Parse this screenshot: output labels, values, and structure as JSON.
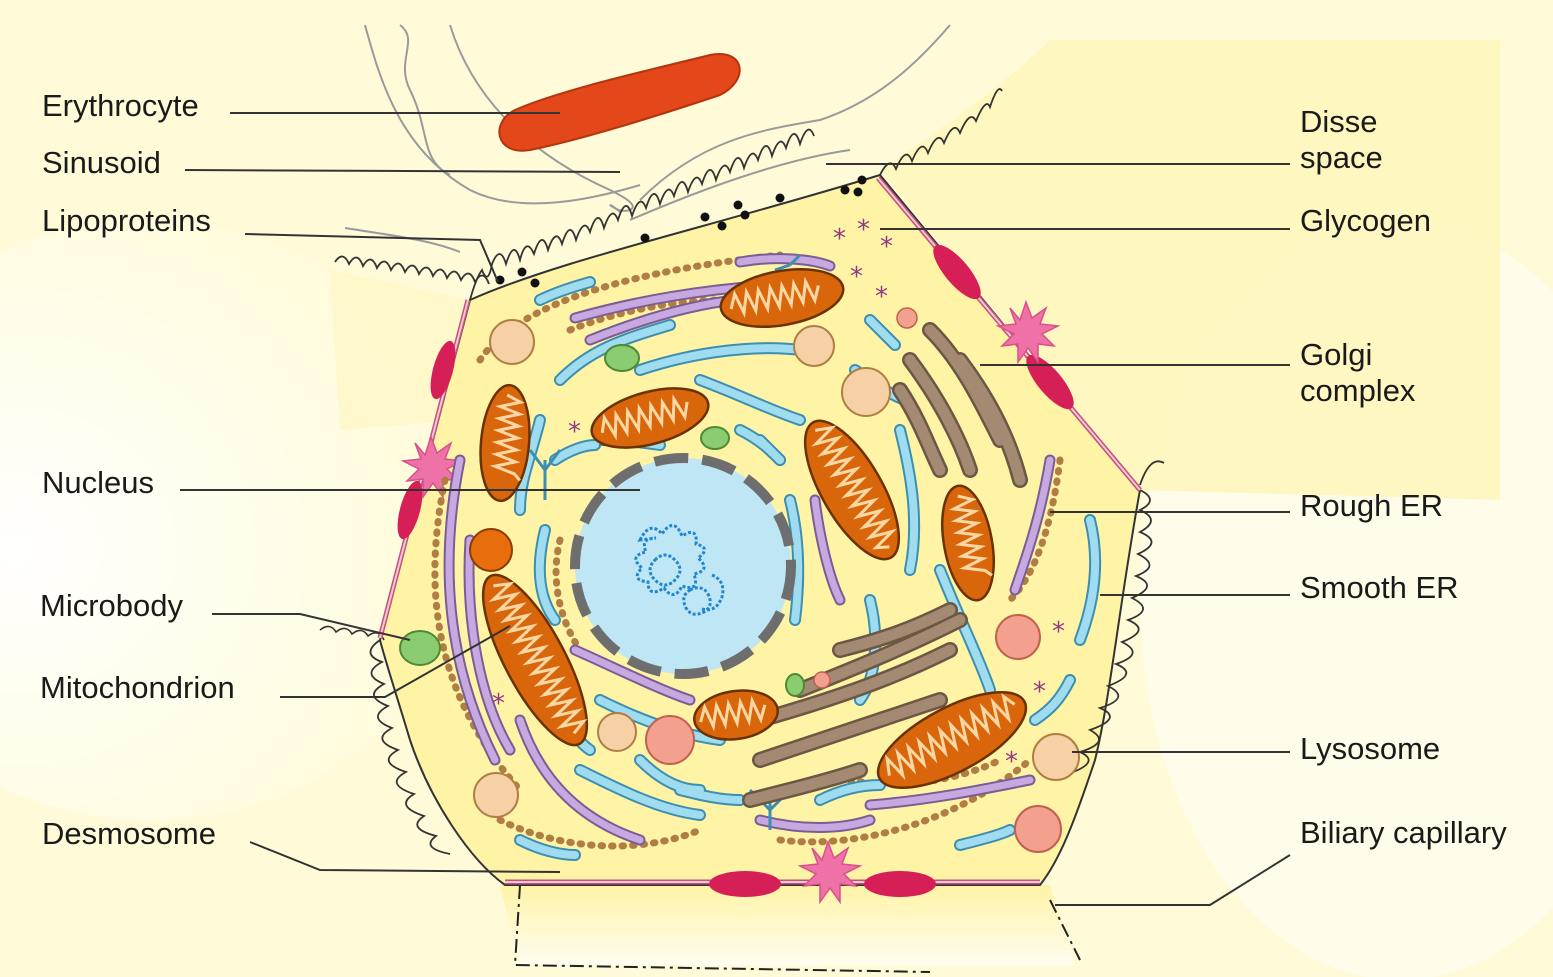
{
  "labels_left": {
    "erythrocyte": "Erythrocyte",
    "sinusoid": "Sinusoid",
    "lipoproteins": "Lipoproteins",
    "nucleus": "Nucleus",
    "microbody": "Microbody",
    "mitochondrion": "Mitochondrion",
    "desmosome": "Desmosome"
  },
  "labels_right": {
    "disse_space_line1": "Disse",
    "disse_space_line2": "space",
    "glycogen": "Glycogen",
    "golgi_line1": "Golgi",
    "golgi_line2": "complex",
    "rough_er": "Rough ER",
    "smooth_er": "Smooth ER",
    "lysosome": "Lysosome",
    "biliary_capillary": "Biliary capillary"
  },
  "colors": {
    "background": "#fffbd9",
    "cytoplasm": "#fff3a6",
    "erythrocyte": "#e3471a",
    "nucleus": "#bfe6f4",
    "nuclear_envelope": "#6e6e6e",
    "chromatin": "#1f86d0",
    "mitochondrion": "#d9660b",
    "smooth_er": "#8fd3ea",
    "rough_er": "#b99ad2",
    "ribosome": "#b07e45",
    "golgi": "#a48a72",
    "lysosome": "#f7d1a6",
    "microbody": "#8ccc70",
    "desmosome": "#e0306e",
    "membrane_junction": "#dd6b99"
  }
}
